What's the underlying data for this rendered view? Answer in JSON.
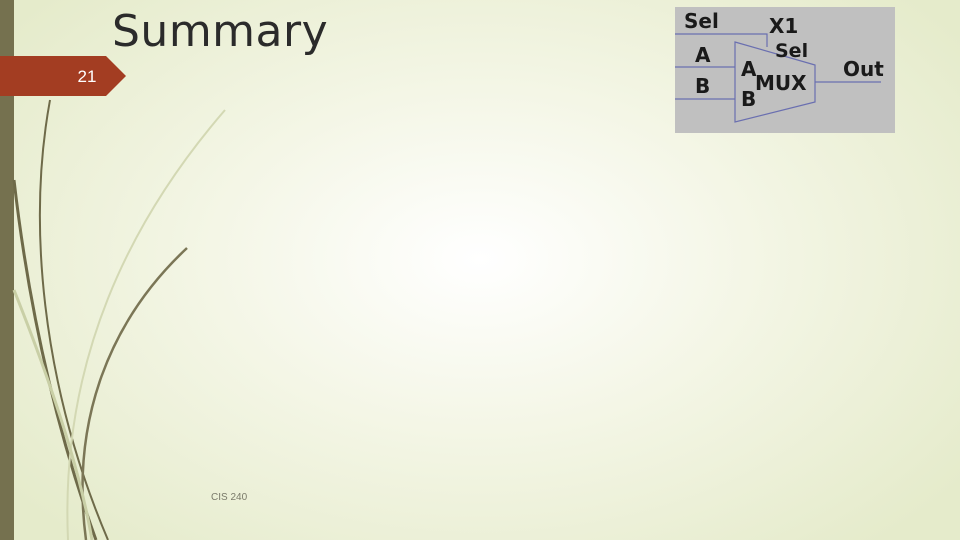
{
  "slide": {
    "title": "Summary",
    "number": "21",
    "footer": "CIS 240"
  },
  "mux_figure": {
    "labels": {
      "sel_input": "Sel",
      "a_input": "A",
      "b_input": "B",
      "component_name": "X1",
      "sel_port": "Sel",
      "a_port": "A",
      "b_port": "B",
      "mux": "MUX",
      "out": "Out"
    }
  },
  "colors": {
    "accent_badge": "#a33d22",
    "left_bar": "#75714f",
    "figure_bg": "#c0c0c0",
    "wire": "#6a6fb0"
  }
}
